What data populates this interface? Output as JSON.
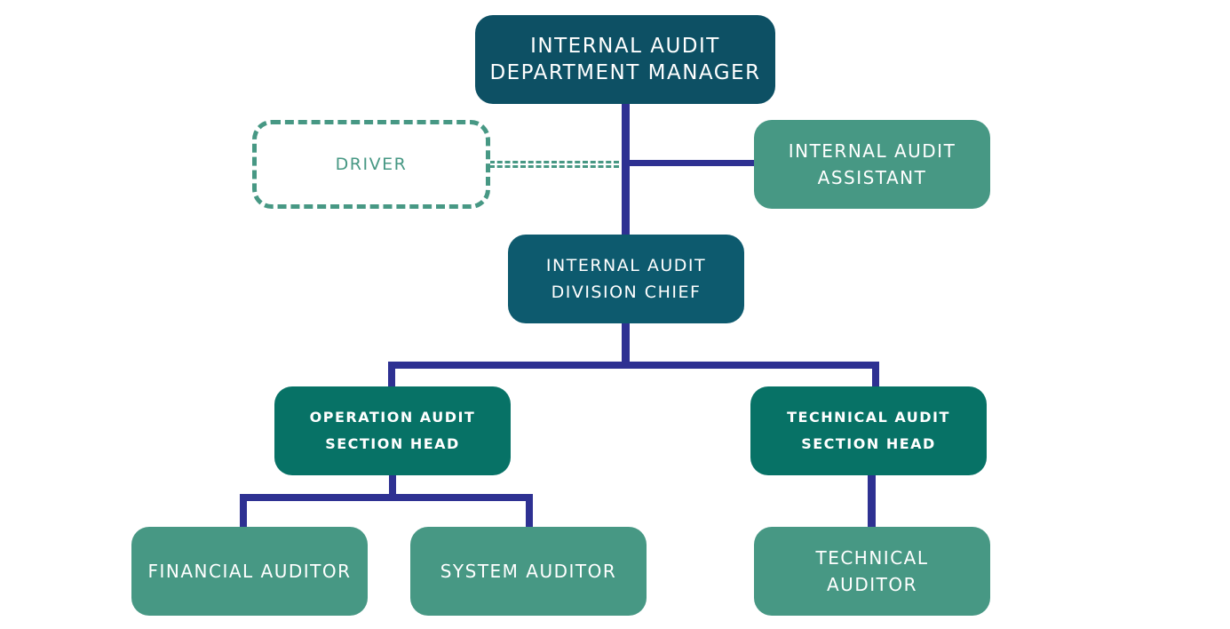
{
  "colors": {
    "manager": "#0d5064",
    "division_chief": "#0d5a6e",
    "section_head": "#077266",
    "staff": "#479884",
    "connector": "#2e3192"
  },
  "nodes": {
    "manager": {
      "line1": "INTERNAL AUDIT",
      "line2": "DEPARTMENT MANAGER"
    },
    "driver": {
      "line1": "DRIVER"
    },
    "assistant": {
      "line1": "INTERNAL AUDIT",
      "line2": "ASSISTANT"
    },
    "division_chief": {
      "line1": "INTERNAL AUDIT",
      "line2": "DIVISION CHIEF"
    },
    "operation_head": {
      "line1": "OPERATION AUDIT",
      "line2": "SECTION HEAD"
    },
    "technical_head": {
      "line1": "TECHNICAL AUDIT",
      "line2": "SECTION HEAD"
    },
    "financial_auditor": {
      "line1": "FINANCIAL AUDITOR"
    },
    "system_auditor": {
      "line1": "SYSTEM AUDITOR"
    },
    "technical_auditor": {
      "line1": "TECHNICAL",
      "line2": "AUDITOR"
    }
  }
}
